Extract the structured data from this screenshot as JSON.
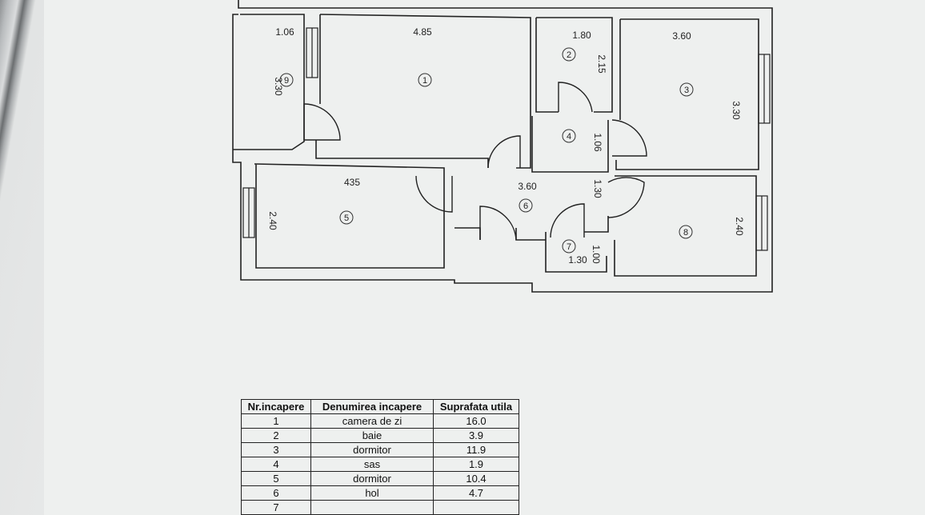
{
  "plan": {
    "rooms": [
      {
        "number": "1"
      },
      {
        "number": "2"
      },
      {
        "number": "3"
      },
      {
        "number": "4"
      },
      {
        "number": "5"
      },
      {
        "number": "6"
      },
      {
        "number": "7"
      },
      {
        "number": "8"
      },
      {
        "number": "9"
      }
    ],
    "dims": [
      {
        "text": "1.06"
      },
      {
        "text": "4.85"
      },
      {
        "text": "1.80"
      },
      {
        "text": "3.60"
      },
      {
        "text": "435"
      },
      {
        "text": "3.60"
      },
      {
        "text": "1.30"
      },
      {
        "text": "3.30"
      },
      {
        "text": "2.15"
      },
      {
        "text": "3.30"
      },
      {
        "text": "1.06"
      },
      {
        "text": "1.30"
      },
      {
        "text": "2.40"
      },
      {
        "text": "2.40"
      },
      {
        "text": "1.00"
      }
    ]
  },
  "table": {
    "headers": [
      "Nr.incapere",
      "Denumirea incapere",
      "Suprafata utila"
    ],
    "rows": [
      {
        "nr": "1",
        "name": "camera de zi",
        "area": "16.0"
      },
      {
        "nr": "2",
        "name": "baie",
        "area": "3.9"
      },
      {
        "nr": "3",
        "name": "dormitor",
        "area": "11.9"
      },
      {
        "nr": "4",
        "name": "sas",
        "area": "1.9"
      },
      {
        "nr": "5",
        "name": "dormitor",
        "area": "10.4"
      },
      {
        "nr": "6",
        "name": "hol",
        "area": "4.7"
      },
      {
        "nr": "7",
        "name": "",
        "area": ""
      }
    ]
  }
}
